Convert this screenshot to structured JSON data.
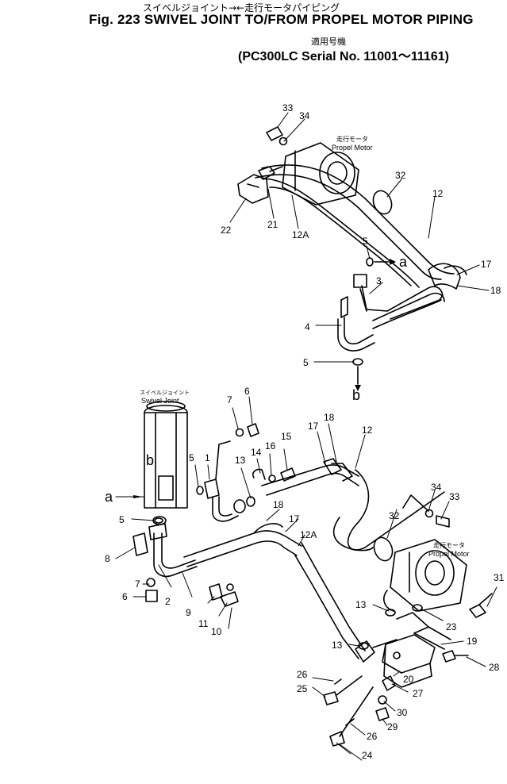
{
  "header": {
    "subtitle_jp": "スイベルジョイント→←走行モータパイピング",
    "title": "Fig. 223  SWIVEL JOINT TO/FROM PROPEL MOTOR PIPING",
    "applicable_jp": "適用号機",
    "serial": "(PC300LC Serial No. 11001～11161)"
  },
  "labels": {
    "propel_motor_jp": "走行モータ",
    "propel_motor": "Propel Motor",
    "swivel_joint_jp": "スイベルジョイント",
    "swivel_joint": "Swivel Joint",
    "conn_a": "a",
    "conn_b": "b"
  },
  "callouts_upper": [
    "33",
    "34",
    "32",
    "12",
    "22",
    "21",
    "12A",
    "5",
    "17",
    "3",
    "18",
    "4",
    "5"
  ],
  "callouts_lower": [
    "7",
    "6",
    "5",
    "1",
    "13",
    "14",
    "16",
    "15",
    "17",
    "18",
    "12",
    "18",
    "17",
    "12A",
    "32",
    "34",
    "33",
    "8",
    "5",
    "7",
    "6",
    "2",
    "9",
    "11",
    "10",
    "13",
    "13",
    "23",
    "19",
    "31",
    "28",
    "20",
    "26",
    "25",
    "27",
    "30",
    "29",
    "26",
    "24"
  ]
}
